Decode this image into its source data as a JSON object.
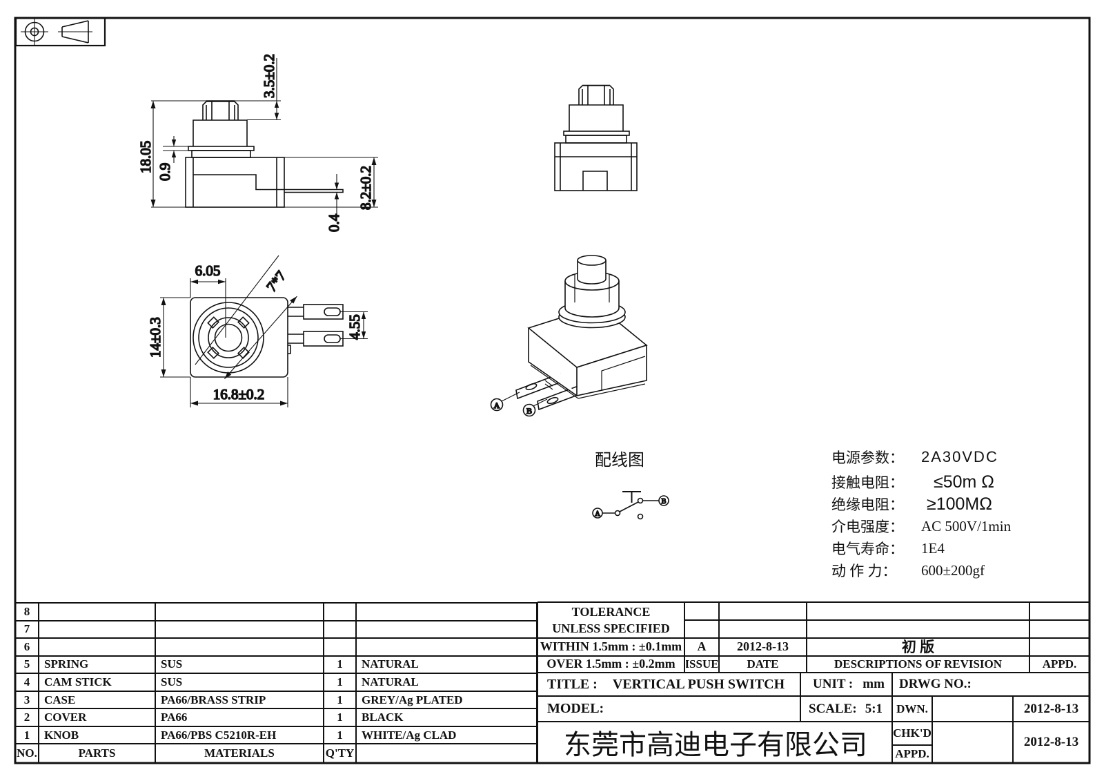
{
  "views": {
    "front": {
      "dim_total_height": "18.05",
      "dim_knob_height": "3.5±0.2",
      "dim_flange": "0.9",
      "dim_body_height": "8.2±0.2",
      "dim_terminal_thickness": "0.4"
    },
    "bottom": {
      "dim_knob_top": "6.05",
      "dim_knob_square": "7*7",
      "dim_body_depth": "14±0.3",
      "dim_body_width": "16.8±0.2",
      "dim_terminal_pitch": "4.55"
    },
    "iso": {
      "label_a": "A",
      "label_b": "B"
    }
  },
  "wiring": {
    "title": "配线图",
    "label_a": "A",
    "label_b": "B"
  },
  "specs": [
    {
      "label": "电源参数：",
      "value": "2A30VDC"
    },
    {
      "label": "接触电阻：",
      "value": "≤50m Ω"
    },
    {
      "label": "绝缘电阻：",
      "value": "≥100MΩ"
    },
    {
      "label": "介电强度：",
      "value": "AC 500V/1min"
    },
    {
      "label": "电气寿命：",
      "value": "1E4"
    },
    {
      "label": "动 作 力：",
      "value": "600±200gf"
    }
  ],
  "parts_table": {
    "rows": [
      {
        "no": "8",
        "parts": "",
        "materials": "",
        "qty": "",
        "color": ""
      },
      {
        "no": "7",
        "parts": "",
        "materials": "",
        "qty": "",
        "color": ""
      },
      {
        "no": "6",
        "parts": "",
        "materials": "",
        "qty": "",
        "color": ""
      },
      {
        "no": "5",
        "parts": "SPRING",
        "materials": "SUS",
        "qty": "1",
        "color": "NATURAL"
      },
      {
        "no": "4",
        "parts": "CAM STICK",
        "materials": "SUS",
        "qty": "1",
        "color": "NATURAL"
      },
      {
        "no": "3",
        "parts": "CASE",
        "materials": "PA66/BRASS STRIP",
        "qty": "1",
        "color": "GREY/Ag PLATED"
      },
      {
        "no": "2",
        "parts": "COVER",
        "materials": "PA66",
        "qty": "1",
        "color": "BLACK"
      },
      {
        "no": "1",
        "parts": "KNOB",
        "materials": "PA66/PBS C5210R-EH",
        "qty": "1",
        "color": "WHITE/Ag CLAD"
      }
    ],
    "footer": {
      "no": "NO.",
      "parts": "PARTS",
      "materials": "MATERIALS",
      "qty": "Q'TY",
      "color": ""
    }
  },
  "tolerance": {
    "header_line1": "TOLERANCE",
    "header_line2": "UNLESS  SPECIFIED",
    "within": "WITHIN 1.5mm : ±0.1mm",
    "over": "OVER 1.5mm : ±0.2mm"
  },
  "revision": {
    "issue": "A",
    "date": "2012-8-13",
    "description": "初 版",
    "issue_label": "ISSUE",
    "date_label": "DATE",
    "description_label": "DESCRIPTIONS OF REVISION",
    "appd_label": "APPD."
  },
  "title_block": {
    "title_label": "TITLE :",
    "title": "VERTICAL PUSH SWITCH",
    "unit_label": "UNIT :",
    "unit": "mm",
    "drwg_label": "DRWG NO.:",
    "model_label": "MODEL:",
    "scale_label": "SCALE:",
    "scale": "5:1",
    "dwn_label": "DWN.",
    "chkd_label": "CHK'D",
    "appd_label": "APPD.",
    "dwn_date": "2012-8-13",
    "chkd_date": "2012-8-13",
    "company": "东莞市高迪电子有限公司"
  }
}
